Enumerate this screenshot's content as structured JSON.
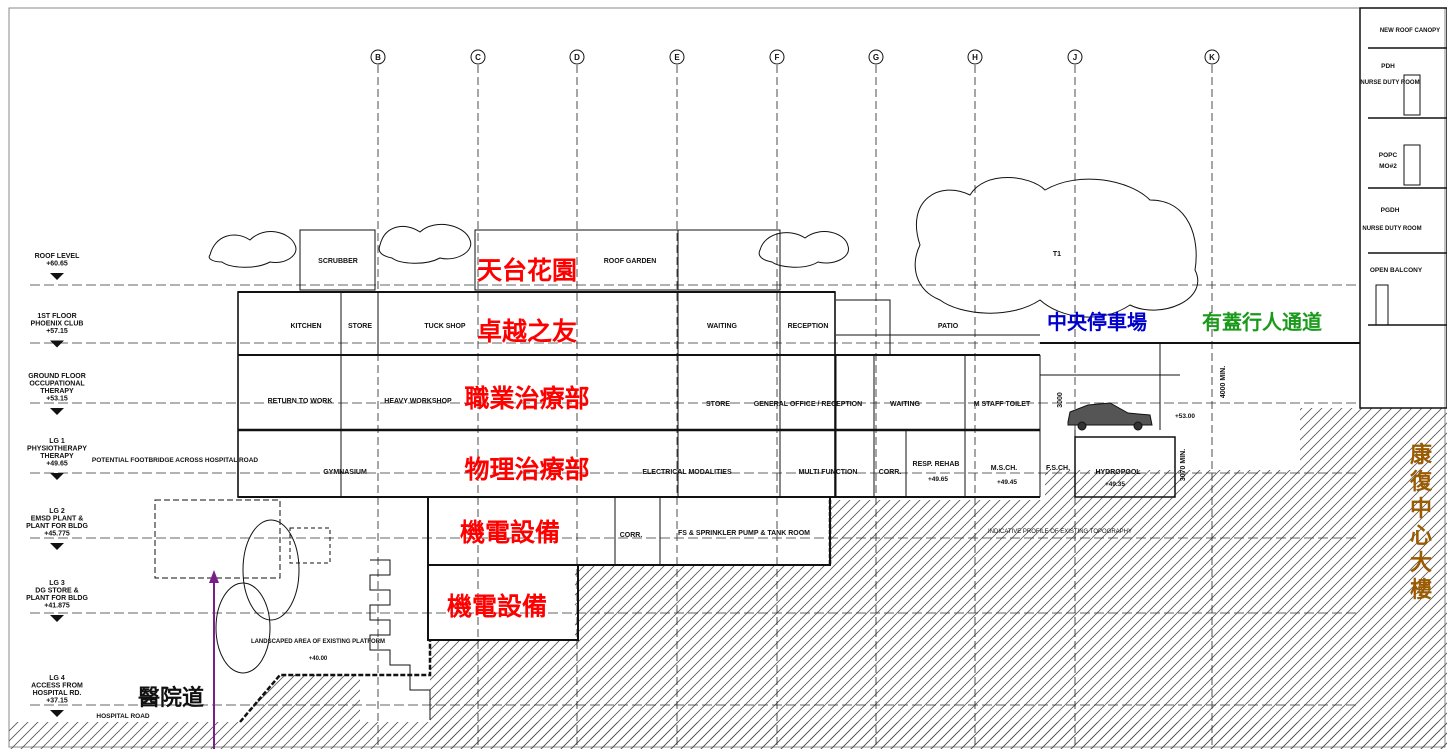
{
  "grid_labels": [
    "B",
    "C",
    "D",
    "E",
    "F",
    "G",
    "H",
    "J",
    "K"
  ],
  "levels": [
    {
      "lines": [
        "ROOF LEVEL",
        "+60.65"
      ]
    },
    {
      "lines": [
        "1ST FLOOR",
        "PHOENIX CLUB",
        "+57.15"
      ]
    },
    {
      "lines": [
        "GROUND FLOOR",
        "OCCUPATIONAL",
        "THERAPY",
        "+53.15"
      ]
    },
    {
      "lines": [
        "LG 1",
        "PHYSIOTHERAPY",
        "THERAPY",
        "+49.65"
      ]
    },
    {
      "lines": [
        "LG 2",
        "EMSD PLANT &",
        "PLANT FOR BLDG",
        "+45.775"
      ]
    },
    {
      "lines": [
        "LG 3",
        "DG STORE &",
        "PLANT FOR BLDG",
        "+41.875"
      ]
    },
    {
      "lines": [
        "LG 4",
        "ACCESS FROM",
        "HOSPITAL RD.",
        "+37.15"
      ]
    }
  ],
  "rooms": {
    "roof": [
      "SCRUBBER",
      "ROOF GARDEN"
    ],
    "first": [
      "KITCHEN",
      "STORE",
      "TUCK SHOP",
      "WAITING",
      "RECEPTION",
      "PATIO"
    ],
    "ground": [
      "RETURN TO WORK",
      "HEAVY WORKSHOP",
      "STORE",
      "GENERAL OFFICE / RECEPTION",
      "WAITING",
      "M STAFF TOILET"
    ],
    "lg1": [
      "GYMNASIUM",
      "ELECTRICAL MODALITIES",
      "MULTI FUNCTION",
      "CORR.",
      "RESP. REHAB",
      "M.S.CH.",
      "F.S.CH.",
      "HYDROPOOL"
    ],
    "lg2": [
      "CORR.",
      "FS & SPRINKLER PUMP & TANK ROOM"
    ]
  },
  "annotations": {
    "tree": "T1",
    "new_roof_canopy": "NEW ROOF CANOPY",
    "footbridge": "POTENTIAL FOOTBRIDGE ACROSS HOSPITAL ROAD",
    "landscape": "LANDSCAPED AREA OF EXISTING PLATFORM",
    "landscape_level": "+40.00",
    "topography": "INDICATIVE PROFILE OF EXISTING TOPOGRAPHY",
    "hospital_road": "HOSPITAL ROAD",
    "dim_3000": "3000",
    "dim_4000": "4000 MIN.",
    "dim_3070": "3070 MIN.",
    "lvl_53": "+53.00",
    "lvl_4965": "+49.65",
    "lvl_4945": "+49.45",
    "lvl_4935": "+49.35"
  },
  "right_block": [
    "PDH",
    "NURSE DUTY ROOM",
    "POPC",
    "MO#2",
    "PGDH",
    "NURSE DUTY ROOM",
    "OPEN BALCONY"
  ],
  "cn_labels": {
    "roof_garden": "天台花園",
    "phoenix": "卓越之友",
    "ot": "職業治療部",
    "pt": "物理治療部",
    "emsd1": "機電設備",
    "emsd2": "機電設備",
    "carpark": "中央停車場",
    "walkway": "有蓋行人通道",
    "rehab_block": "康復中心大樓",
    "hospital_road": "醫院道"
  },
  "colors": {
    "red": "#ff0000",
    "blue": "#0000cc",
    "green": "#1a9a1a",
    "brown": "#9a5a00",
    "purple": "#7a1f8a"
  }
}
